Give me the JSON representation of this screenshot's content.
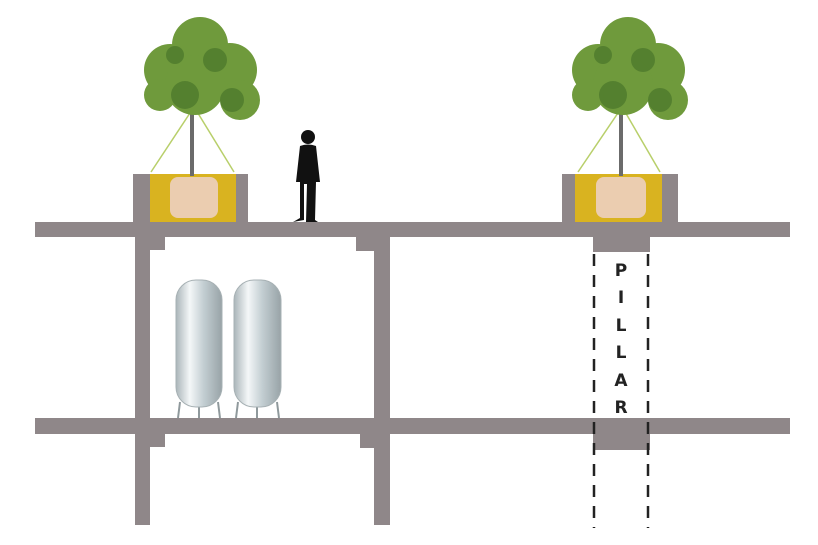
{
  "pillar": {
    "label": "PILLAR",
    "letters": [
      "P",
      "I",
      "L",
      "L",
      "A",
      "R"
    ]
  },
  "colors": {
    "concrete": "#8f8789",
    "planter_fill": "#d9b320",
    "root_ball": "#ebcdb0",
    "foliage": "#6f9a3c",
    "foliage_dark": "#3f6b25",
    "person": "#111111",
    "tank": "#c9d3d6"
  },
  "icons": [
    "tree-icon",
    "person-silhouette-icon",
    "storage-tank-icon"
  ]
}
